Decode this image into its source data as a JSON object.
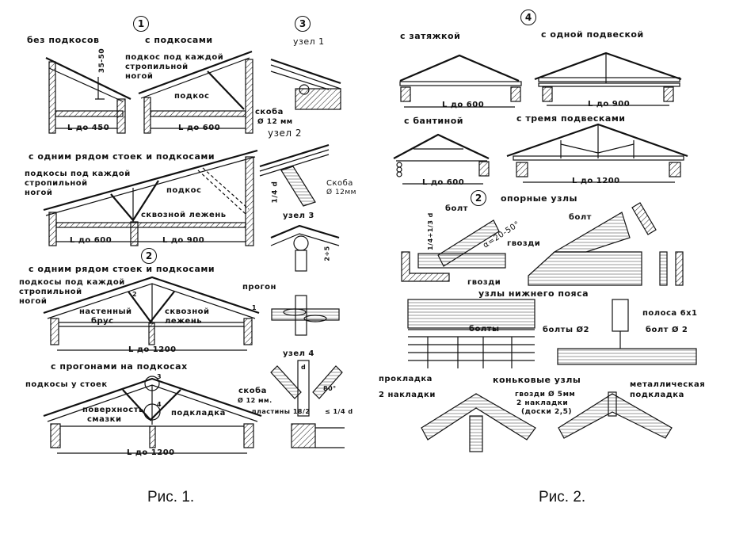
{
  "figure1": {
    "circles": [
      "1",
      "2",
      "3"
    ],
    "sections": {
      "no_struts": {
        "title": "без подкосов",
        "height_dim": "35-50",
        "span": "L до 450"
      },
      "with_struts": {
        "title": "с подкосами",
        "note_line1": "подкос под каждой",
        "note_line2": "стропильной",
        "note_line3": "ногой",
        "strut": "подкос",
        "span": "L до 600"
      },
      "one_row": {
        "title": "с одним рядом стоек и подкосами",
        "note_line1": "подкосы под каждой",
        "note_line2": "стропильной",
        "note_line3": "ногой",
        "strut": "подкос",
        "beam": "сквозной лежень",
        "span_left": "L до 600",
        "span_right": "L до 900"
      },
      "gable_one_row": {
        "title": "с одним рядом стоек и подкосами",
        "note_line1": "подкосы под каждой",
        "note_line2": "стропильной",
        "note_line3": "ногой",
        "wall_beam_1": "настенный",
        "wall_beam_2": "брус",
        "beam_1": "сквозной",
        "beam_2": "лежень",
        "span": "L до 1200",
        "mark_1": "1",
        "mark_2": "2"
      },
      "purlins": {
        "title": "с прогонами на подкосах",
        "note": "подкосы у стоек",
        "surface_1": "поверхность",
        "surface_2": "смазки",
        "pad": "подкладка",
        "span": "L до 1200",
        "mark_3": "3",
        "mark_4": "4"
      }
    },
    "nodes": {
      "node1": {
        "title": "узел 1",
        "staple_1": "скоба",
        "staple_2": "Ø 12 мм"
      },
      "node2": {
        "title": "узел 2",
        "staple_1": "Скоба",
        "staple_2": "Ø 12мм",
        "dim": "1/4 d"
      },
      "node3": {
        "title": "узел 3",
        "purlin": "прогон",
        "dim": "2÷5"
      },
      "node4": {
        "title": "узел 4",
        "staple_1": "скоба",
        "staple_2": "Ø 12 мм.",
        "plates": "пластины 18/2",
        "angle": "80°",
        "dim_d": "d",
        "dim_quarter": "≤ 1/4 d"
      }
    },
    "caption": "Рис. 1."
  },
  "figure2": {
    "circles": [
      "4",
      "2"
    ],
    "trusses": {
      "tie": {
        "title": "с затяжкой",
        "span": "L до 600"
      },
      "one_hanger": {
        "title": "с одной подвеской",
        "span": "L до 900"
      },
      "collar": {
        "title": "с бантиной",
        "span": "L до 600"
      },
      "three_hangers": {
        "title": "с тремя подвесками",
        "span": "L до 1200"
      }
    },
    "support_nodes": {
      "title": "опорные узлы",
      "bolt_left": "болт",
      "bolt_right": "болт",
      "angle": "α=20-50°",
      "dim": "1/4÷1/3 d",
      "nails_top": "гвозди",
      "nails_bottom": "гвозди"
    },
    "bottom_chord_nodes": {
      "title": "узлы нижнего пояса",
      "bolts": "болты",
      "spacer": "прокладка",
      "overlays": "2 накладки",
      "strip": "полоса 6x1",
      "bolts_d2": "болты Ø2",
      "bolt_d2": "болт Ø 2",
      "metal_pad_1": "металлическая",
      "metal_pad_2": "подкладка"
    },
    "ridge_nodes": {
      "title": "коньковые узлы",
      "nails": "гвозди Ø 5мм",
      "overlays": "2 накладки",
      "boards": "(доски 2,5)"
    },
    "caption": "Рис. 2."
  }
}
